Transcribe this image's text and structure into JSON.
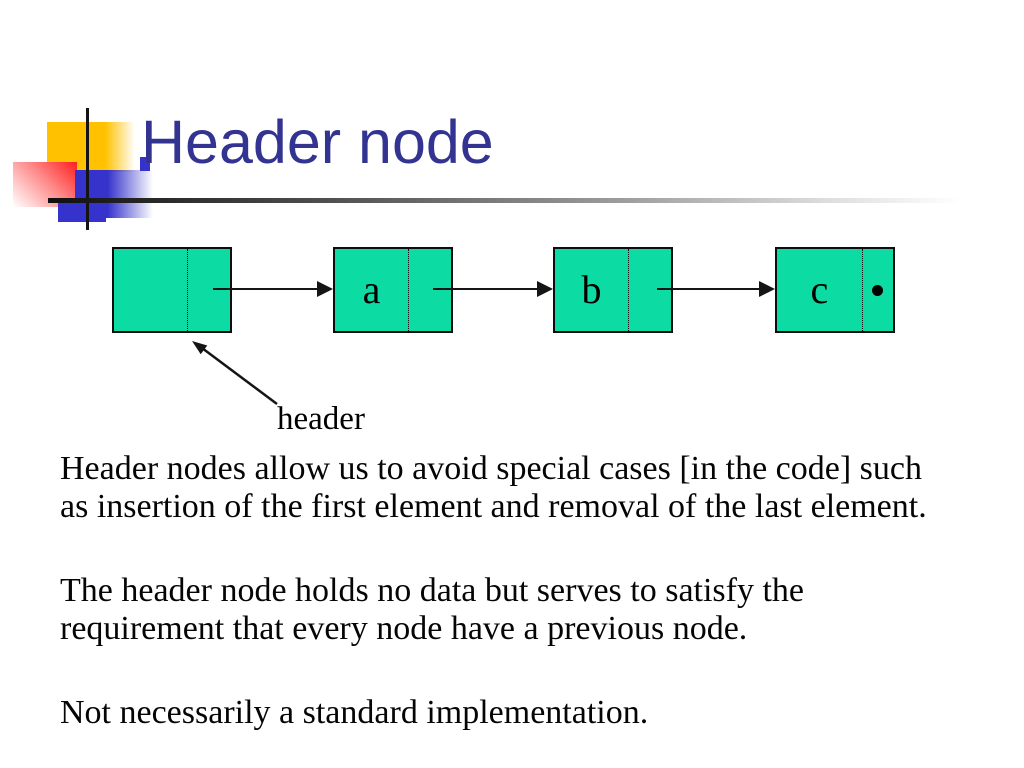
{
  "title": "Header node",
  "colors": {
    "title_text": "#333392",
    "node_fill": "#0cdba3",
    "accent_yellow": "#ffc100",
    "accent_red": "#ff1f1f",
    "accent_blue": "#3633cc"
  },
  "diagram": {
    "nodes": [
      {
        "label": ""
      },
      {
        "label": "a"
      },
      {
        "label": "b"
      },
      {
        "label": "c",
        "null_pointer": true
      }
    ],
    "pointer_label": "header"
  },
  "body": {
    "paragraphs": [
      "Header nodes allow us to avoid special cases [in the code] such\nas insertion of the first element and removal of the last element.",
      "The header node holds no data but serves to satisfy the\nrequirement that every node have a previous node.",
      "Not necessarily a standard implementation."
    ]
  }
}
